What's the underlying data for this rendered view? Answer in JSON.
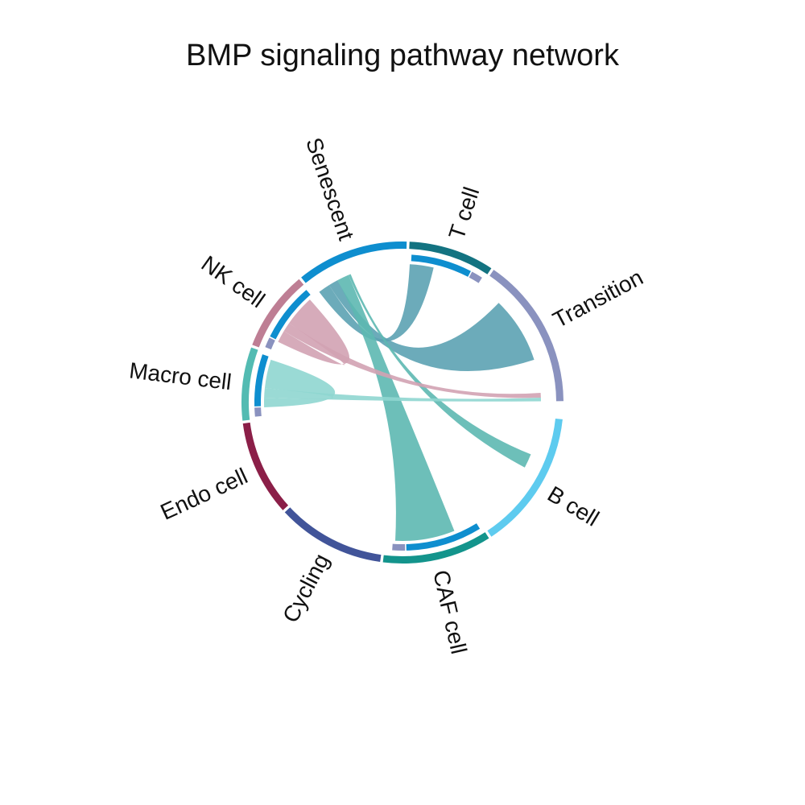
{
  "title": "BMP signaling pathway network",
  "chart_data": {
    "type": "chord",
    "sectors": [
      {
        "id": "b_cell",
        "label": "B cell",
        "color": "#5ECBEF",
        "start_deg": 96,
        "end_deg": 146.5,
        "inner_color": ""
      },
      {
        "id": "caf_cell",
        "label": "CAF cell",
        "color": "#13948C",
        "start_deg": 147.5,
        "end_deg": 187,
        "inner_color": "#0E8ECF"
      },
      {
        "id": "cycling",
        "label": "Cycling",
        "color": "#415499",
        "start_deg": 188,
        "end_deg": 227,
        "inner_color": ""
      },
      {
        "id": "endo_cell",
        "label": "Endo cell",
        "color": "#8B1F48",
        "start_deg": 228,
        "end_deg": 262.5,
        "inner_color": ""
      },
      {
        "id": "macro_cell",
        "label": "Macro cell",
        "color": "#53BBB2",
        "start_deg": 263.5,
        "end_deg": 290,
        "inner_color": "#0E8ECF"
      },
      {
        "id": "nk_cell",
        "label": "NK cell",
        "color": "#BE7E94",
        "start_deg": 291,
        "end_deg": 320,
        "inner_color": "#0E8ECF"
      },
      {
        "id": "senescent",
        "label": "Senescent",
        "color": "#0E8ECF",
        "start_deg": 321,
        "end_deg": 361.5,
        "inner_color": ""
      },
      {
        "id": "t_cell",
        "label": "T cell",
        "color": "#137381",
        "start_deg": 362.5,
        "end_deg": 393.5,
        "inner_color": "#0E8ECF"
      },
      {
        "id": "transition",
        "label": "Transition",
        "color": "#8A92BF",
        "start_deg": 394.5,
        "end_deg": 449.5,
        "inner_color": "#0E8ECF"
      }
    ],
    "links": [
      {
        "source": "senescent",
        "target": "t_cell",
        "color": "#5CA2B2"
      },
      {
        "source": "senescent",
        "target": "transition",
        "color": "#5CA2B2"
      },
      {
        "source": "senescent",
        "target": "caf_cell",
        "color": "#5DB8B1"
      },
      {
        "source": "senescent",
        "target": "b_cell",
        "color": "#5DB8B1"
      },
      {
        "source": "nk_cell",
        "target": "nk_cell",
        "color": "#D2A2B2"
      },
      {
        "source": "nk_cell",
        "target": "transition",
        "color": "#D2A2B2"
      },
      {
        "source": "macro_cell",
        "target": "macro_cell",
        "color": "#8FD6D0"
      },
      {
        "source": "macro_cell",
        "target": "transition",
        "color": "#8FD6D0"
      }
    ]
  }
}
